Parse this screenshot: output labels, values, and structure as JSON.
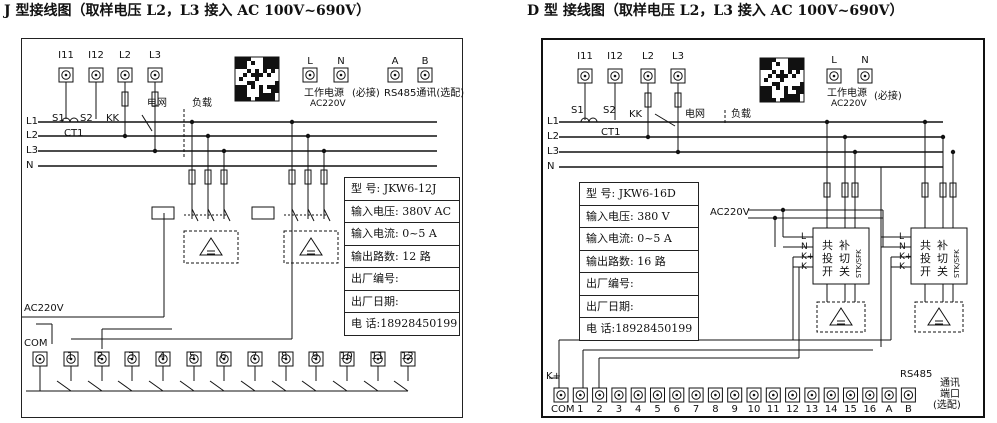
{
  "headings": {
    "j": "J 型接线图（取样电压 L2，L3 接入 AC 100V~690V）",
    "d": "D 型   接线图（取样电压 L2，L3 接入 AC 100V~690V）"
  },
  "j": {
    "top_terminals": [
      "I11",
      "I12",
      "L2",
      "L3"
    ],
    "ct_labels": {
      "s1": "S1",
      "s2": "S2",
      "ct": "CT1",
      "kk": "KK"
    },
    "grid_load": {
      "grid": "电网",
      "load": "负载"
    },
    "power_terminals": [
      "L",
      "N"
    ],
    "power_label": "工作电源",
    "power_voltage": "AC220V",
    "power_note": "(必接)",
    "rs485_terminals": [
      "A",
      "B"
    ],
    "rs485_label": "RS485通讯(选配)",
    "lines": [
      "L1",
      "L2",
      "L3",
      "N"
    ],
    "ac_label": "AC220V",
    "com_label": "COM",
    "outputs": [
      "1",
      "2",
      "3",
      "4",
      "5",
      "6",
      "7",
      "8",
      "9",
      "10",
      "11",
      "12"
    ],
    "spec": [
      "型    号: JKW6-12J",
      "输入电压: 380V AC",
      "输入电流: 0~5  A",
      "输出路数: 12 路",
      "出厂编号:",
      "出厂日期:",
      "电    话:18928450199"
    ]
  },
  "d": {
    "top_terminals": [
      "I11",
      "I12",
      "L2",
      "L3"
    ],
    "ct_labels": {
      "s1": "S1",
      "s2": "S2",
      "ct": "CT1",
      "kk": "KK"
    },
    "grid_load": {
      "grid": "电网",
      "load": "负载"
    },
    "power_terminals": [
      "L",
      "N"
    ],
    "power_label": "工作电源",
    "power_voltage": "AC220V",
    "power_note": "(必接)",
    "lines": [
      "L1",
      "L2",
      "L3",
      "N"
    ],
    "ac_label": "AC220V",
    "spec": [
      "型    号: JKW6-16D",
      "输入电压: 380 V",
      "输入电流: 0~5 A",
      "输出路数: 16 路",
      "出厂编号:",
      "出厂日期:",
      "电    话:18928450199"
    ],
    "switch_box": {
      "pins": [
        "L",
        "N",
        "K+",
        "K-"
      ],
      "chars": [
        "共",
        "补",
        "投",
        "切",
        "开",
        "关"
      ],
      "model": "STK/SFK"
    },
    "kplus_label": "K+",
    "rs485_label": "RS485",
    "bottom_terminals": [
      "COM",
      "1",
      "2",
      "3",
      "4",
      "5",
      "6",
      "7",
      "8",
      "9",
      "10",
      "11",
      "12",
      "13",
      "14",
      "15",
      "16",
      "A",
      "B"
    ],
    "comm_note": [
      "通讯",
      "端口",
      "(选配)"
    ]
  }
}
